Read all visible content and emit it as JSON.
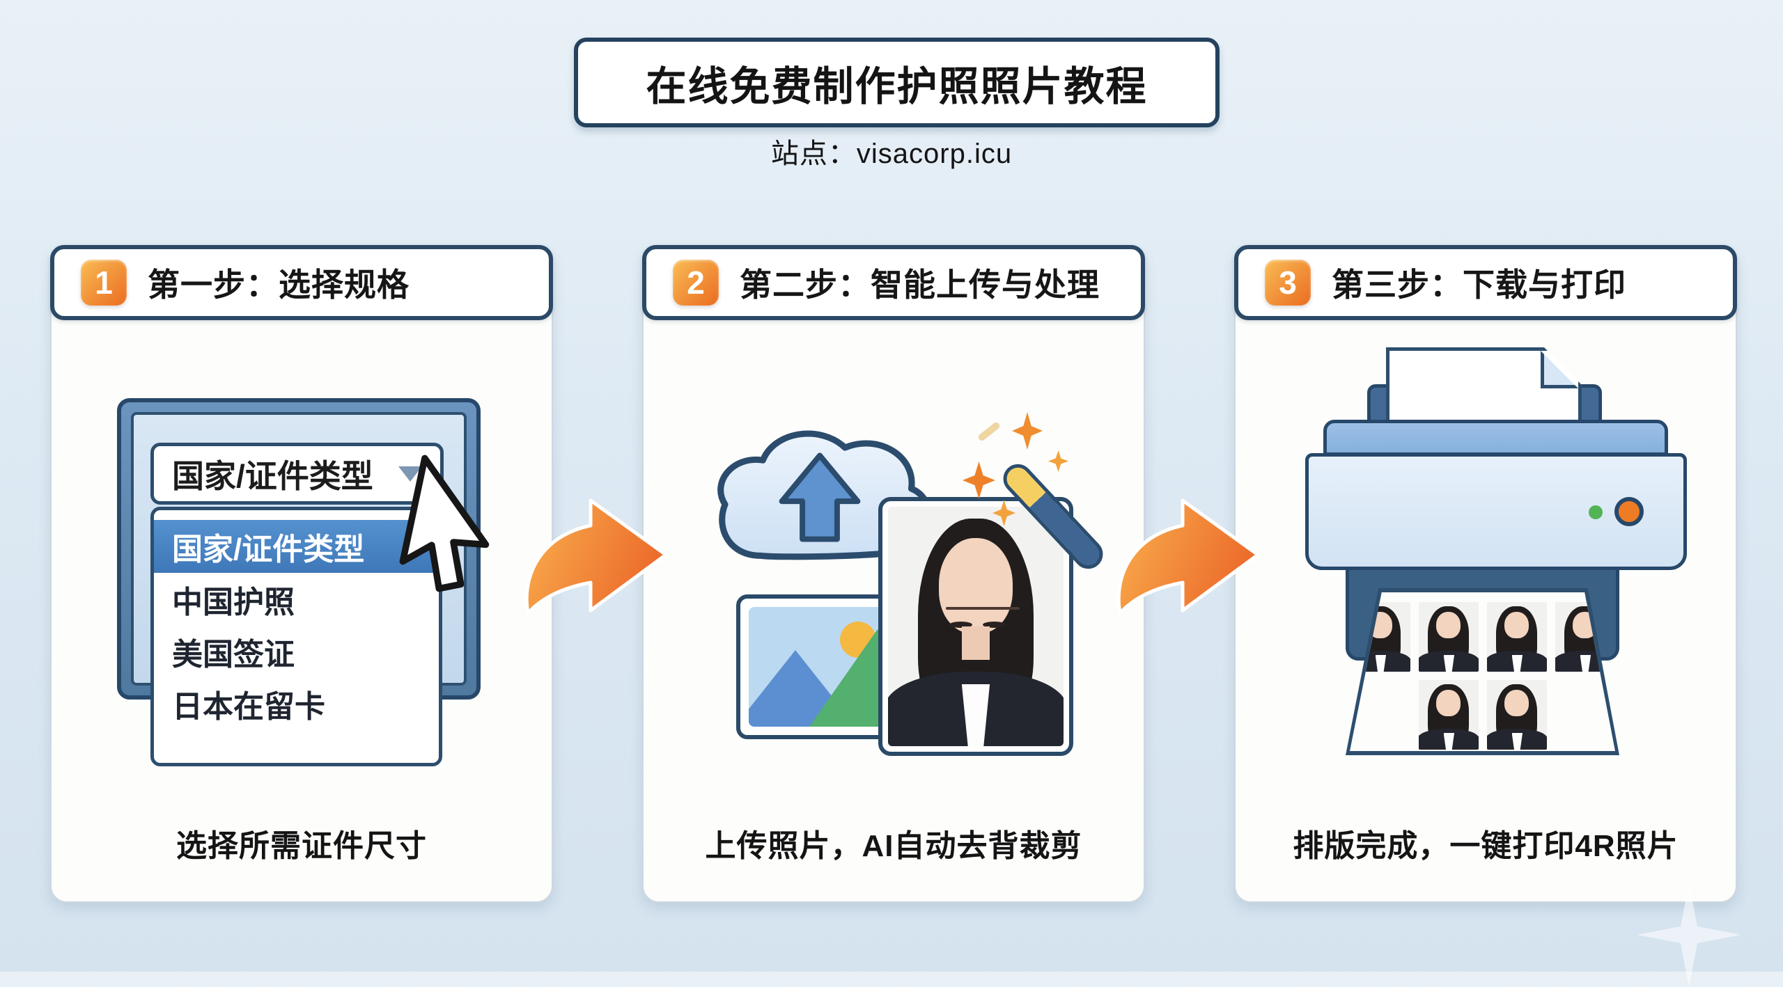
{
  "header": {
    "title": "在线免费制作护照照片教程",
    "site": "站点：visacorp.icu"
  },
  "steps": [
    {
      "number": "1",
      "title": "第一步：选择规格",
      "caption": "选择所需证件尺寸",
      "monitor": {
        "select_value": "国家/证件类型",
        "options": [
          {
            "label": "国家/证件类型",
            "selected": true
          },
          {
            "label": "中国护照",
            "selected": false
          },
          {
            "label": "美国签证",
            "selected": false
          },
          {
            "label": "日本在留卡",
            "selected": false
          }
        ]
      }
    },
    {
      "number": "2",
      "title": "第二步：智能上传与处理",
      "caption": "上传照片，AI自动去背裁剪"
    },
    {
      "number": "3",
      "title": "第三步：下载与打印",
      "caption": "排版完成，一键打印4R照片",
      "printer": {
        "printed_photo_count": 6
      }
    }
  ],
  "colors": {
    "accent_orange": "#EC7426",
    "navy_outline": "#2B4A66",
    "highlight_blue": "#4D86C6",
    "page_background": "#DDE9F3"
  }
}
